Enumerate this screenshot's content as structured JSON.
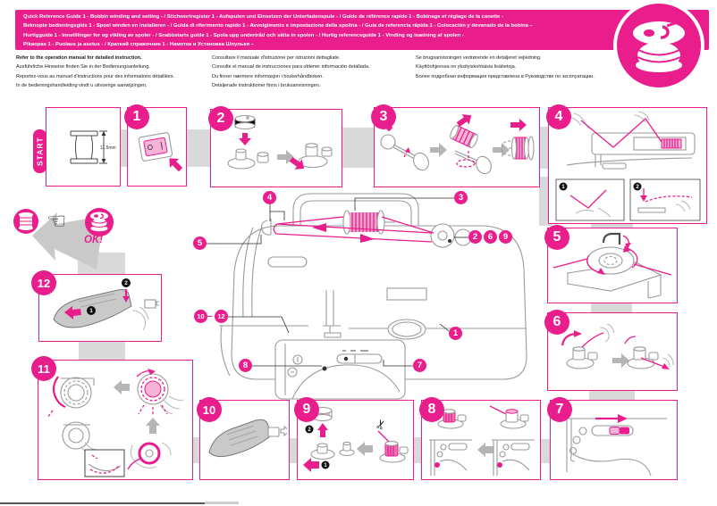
{
  "colors": {
    "pink": "#E91E8C",
    "tab": "#D9D9D9",
    "plate": "#C9C9C9",
    "lightpink": "#F6B3D7"
  },
  "header": {
    "lines": [
      "Quick Reference Guide 1 - Bobbin winding and setting - / Stichwortregister 1 - Aufspulen und Einsetzen der Unterfadenspule - / Guide de référence rapide 1 - Bobinage et réglage de la canette -",
      "Beknopte bedieningsgids 1 - Spoel winden en installeren - / Guida di riferimento rapido 1 - Avvolgimento e impostazione della spolina - / Guía de referencia rápida 1 - Colocación y devanado de la bobina –",
      "Hurtigguide 1 - Innstillinger for og vikling av spoler - / Snabbstarts guide 1 - Spola upp undertråd och sätta in spolen - / Hurtig referenceguide 1 - Vinding og isætning af spolen -",
      "Pikaopas 1 - Puolaus ja asetus - / Краткий справочник 1 - Намотка и Установка Шпульки –"
    ]
  },
  "instructions": {
    "col1": [
      "Refer to the operation manual for detailed instruction.",
      "Ausführliche Hinweise finden Sie in der Bedienungsanleitung.",
      "Reportez-vous au manuel d'instructions pour des informations détaillées.",
      "In de bedieningshandleiding vindt u uitvoerige aanwijzingen."
    ],
    "col2": [
      "Consultare il manuale d'istruzione per istruzioni dettagliate.",
      "Consulte el manual de instrucciones para obtener información detallada.",
      "Du finner nærmere informasjon i brukerhåndboken.",
      "Detaljerade instruktioner finns i bruksanvisningen."
    ],
    "col3": [
      "Se brugsanvisningen vedrørende en detaljeret vejledning.",
      "Käyttöohjeessa on yksityiskohtaisia lisätietoja.",
      "Более подробная информация представлена в Руководстве по эксплуатации."
    ]
  },
  "labels": {
    "start": "START",
    "dimension": "11.5mm",
    "ok": "OK!"
  },
  "steps": {
    "s1": "1",
    "s2": "2",
    "s3": "3",
    "s4": "4",
    "s5": "5",
    "s6": "6",
    "s7": "7",
    "s8": "8",
    "s9": "9",
    "s10": "10",
    "s11": "11",
    "s12": "12"
  },
  "substeps": {
    "one": "1",
    "two": "2"
  },
  "callouts": {
    "dash": "–"
  },
  "icons": {
    "scissors": "✂",
    "pointing_hand": "☜"
  }
}
